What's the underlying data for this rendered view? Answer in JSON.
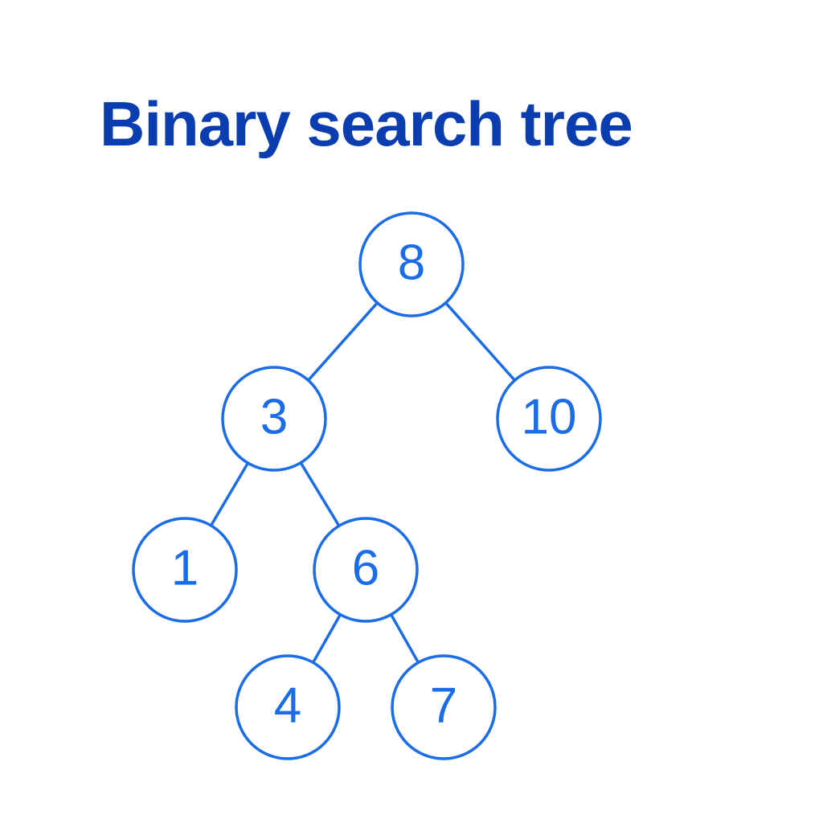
{
  "title": "Binary search tree",
  "colors": {
    "title": "#0a3db0",
    "node_stroke": "#1a6ce8",
    "node_text": "#1a6ce8",
    "edge": "#1a6ce8"
  },
  "tree": {
    "nodes": [
      {
        "id": "n8",
        "value": "8"
      },
      {
        "id": "n3",
        "value": "3"
      },
      {
        "id": "n10",
        "value": "10"
      },
      {
        "id": "n1",
        "value": "1"
      },
      {
        "id": "n6",
        "value": "6"
      },
      {
        "id": "n4",
        "value": "4"
      },
      {
        "id": "n7",
        "value": "7"
      }
    ],
    "edges": [
      {
        "from": "n8",
        "to": "n3"
      },
      {
        "from": "n8",
        "to": "n10"
      },
      {
        "from": "n3",
        "to": "n1"
      },
      {
        "from": "n3",
        "to": "n6"
      },
      {
        "from": "n6",
        "to": "n4"
      },
      {
        "from": "n6",
        "to": "n7"
      }
    ]
  }
}
